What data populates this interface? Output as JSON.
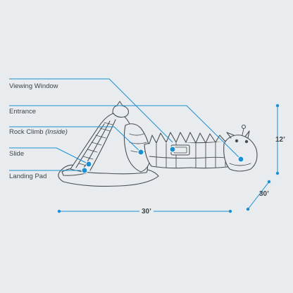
{
  "colors": {
    "background": "#e9ecef",
    "accent": "#1b8fd2",
    "line_art": "#4a4f54",
    "text": "#3f4449"
  },
  "callouts": [
    {
      "label": "Viewing Window",
      "suffix": ""
    },
    {
      "label": "Entrance",
      "suffix": ""
    },
    {
      "label": "Rock Climb",
      "suffix": "(Inside)"
    },
    {
      "label": "Slide",
      "suffix": ""
    },
    {
      "label": "Landing Pad",
      "suffix": ""
    }
  ],
  "dimensions": {
    "height": "12’",
    "depth": "30’",
    "length": "30’"
  },
  "illustration": "inflatable-dragon-obstacle-course"
}
